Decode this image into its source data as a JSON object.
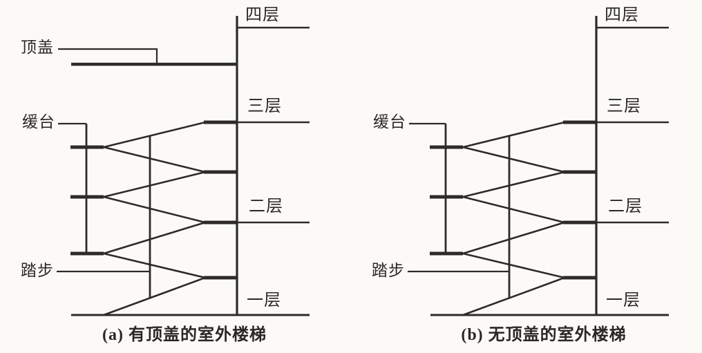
{
  "page": {
    "background": "#fbfaf7",
    "ink": "#2d2b28"
  },
  "figure": {
    "type": "staircase-section-elevation",
    "diagrams": [
      {
        "id": "a",
        "caption": "(a) 有顶盖的室外楼梯",
        "has_roof": true,
        "floors": [
          "四层",
          "三层",
          "二层",
          "一层"
        ],
        "annotations": {
          "roof": "顶盖",
          "landing": "缓台",
          "tread": "踏步"
        }
      },
      {
        "id": "b",
        "caption": "(b) 无顶盖的室外楼梯",
        "has_roof": false,
        "floors": [
          "四层",
          "三层",
          "二层",
          "一层"
        ],
        "annotations": {
          "landing": "缓台",
          "tread": "踏步"
        }
      }
    ]
  }
}
